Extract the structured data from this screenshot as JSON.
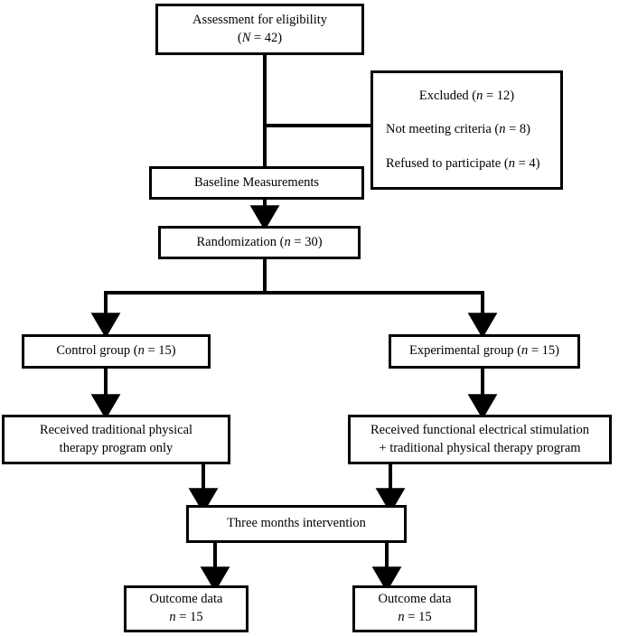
{
  "diagram": {
    "title": "CONSORT participant flow diagram",
    "type": "flowchart",
    "stroke_color": "#000000",
    "background_color": "#ffffff",
    "nodes": {
      "assessment": {
        "line1": "Assessment for eligibility",
        "line2_pre": "(",
        "line2_italic": "N",
        "line2_post": " = 42)"
      },
      "excluded": {
        "line1_pre": "Excluded (",
        "line1_italic": "n",
        "line1_post": " = 12)",
        "line2_pre": "Not meeting criteria (",
        "line2_italic": "n",
        "line2_post": " = 8)",
        "line3_pre": "Refused to participate (",
        "line3_italic": "n",
        "line3_post": " = 4)"
      },
      "baseline": {
        "line1": "Baseline Measurements"
      },
      "randomization": {
        "line1_pre": "Randomization (",
        "line1_italic": "n",
        "line1_post": " = 30)"
      },
      "control_group": {
        "line1_pre": "Control group (",
        "line1_italic": "n",
        "line1_post": " = 15)"
      },
      "experimental_group": {
        "line1_pre": "Experimental group (",
        "line1_italic": "n",
        "line1_post": " = 15)"
      },
      "control_intervention": {
        "line1": "Received traditional physical",
        "line2": "therapy program only"
      },
      "experimental_intervention": {
        "line1": "Received functional electrical stimulation",
        "line2": "+ traditional physical therapy program"
      },
      "three_months": {
        "line1": "Three months intervention"
      },
      "outcome_left": {
        "line1": "Outcome data",
        "line2_italic": "n",
        "line2_post": " = 15"
      },
      "outcome_right": {
        "line1": "Outcome data",
        "line2_italic": "n",
        "line2_post": " = 15"
      }
    },
    "counts": {
      "assessed": 42,
      "excluded_total": 12,
      "not_meeting_criteria": 8,
      "refused_to_participate": 4,
      "randomized": 30,
      "control_group": 15,
      "experimental_group": 15,
      "outcome_control": 15,
      "outcome_experimental": 15
    },
    "edges": [
      {
        "from": "assessment",
        "to": "baseline",
        "arrow": false
      },
      {
        "from": "assessment-trunk",
        "to": "excluded",
        "arrow": false
      },
      {
        "from": "baseline",
        "to": "randomization",
        "arrow": true
      },
      {
        "from": "randomization",
        "to": "control_group",
        "arrow": true
      },
      {
        "from": "randomization",
        "to": "experimental_group",
        "arrow": true
      },
      {
        "from": "control_group",
        "to": "control_intervention",
        "arrow": true
      },
      {
        "from": "experimental_group",
        "to": "experimental_intervention",
        "arrow": true
      },
      {
        "from": "control_intervention",
        "to": "three_months",
        "arrow": true
      },
      {
        "from": "experimental_intervention",
        "to": "three_months",
        "arrow": true
      },
      {
        "from": "three_months",
        "to": "outcome_left",
        "arrow": true
      },
      {
        "from": "three_months",
        "to": "outcome_right",
        "arrow": true
      }
    ]
  }
}
